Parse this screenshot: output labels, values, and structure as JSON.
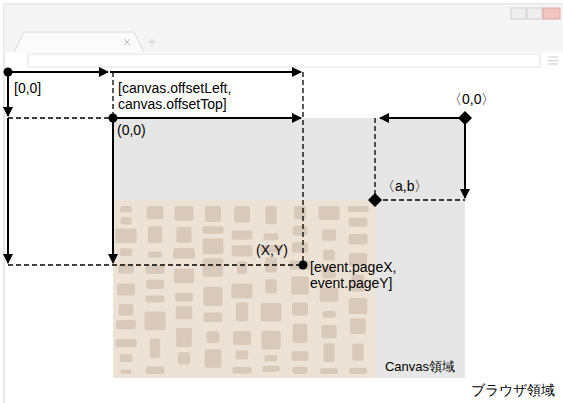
{
  "diagram": {
    "nodes": [
      {
        "text": [
          "ブラウザ領域"
        ]
      },
      {
        "text": [
          "Canvas領域"
        ],
        "in": 0
      }
    ],
    "labels": [
      "[0,0]",
      "[canvas.offsetLeft, canvas.offsetTop]",
      "(0,0)",
      "(X,Y)",
      "[event.pageX, event.pageY]",
      "〈0,0〉",
      "〈a,b〉"
    ]
  }
}
